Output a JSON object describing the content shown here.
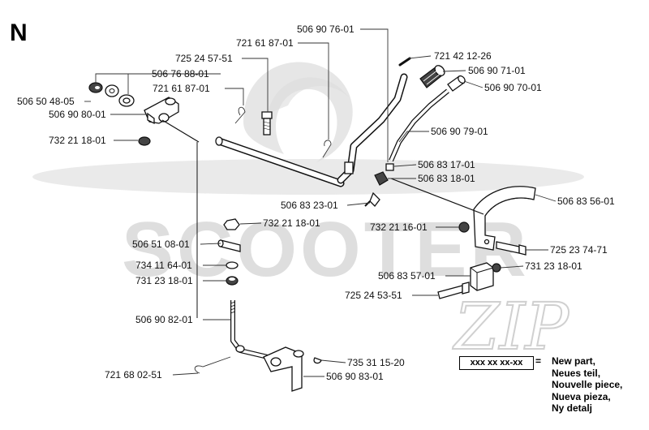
{
  "section_letter": "N",
  "watermark": {
    "text": "SCOOTER",
    "script": "ZIP"
  },
  "labels": {
    "p50690760": "506 90 76-01",
    "p72161871a": "721 61 87-01",
    "p72524575": "725 24 57-51",
    "p50676880": "506 76 88-01",
    "p72161871b": "721 61 87-01",
    "p50650480": "506 50 48-05",
    "p50690800": "506 90 80-01",
    "p73221180a": "732 21 18-01",
    "p72142122": "721 42 12-26",
    "p50690710": "506 90 71-01",
    "p50690700": "506 90 70-01",
    "p50690790": "506 90 79-01",
    "p50683170": "506 83 17-01",
    "p50683180": "506 83 18-01",
    "p50683230": "506 83 23-01",
    "p50683560": "506 83 56-01",
    "p73221180b": "732 21 18-01",
    "p73221160": "732 21 16-01",
    "p50651080": "506 51 08-01",
    "p72523747": "725 23 74-71",
    "p73411640": "734 11 64-01",
    "p50683570": "506 83 57-01",
    "p73123180a": "731 23 18-01",
    "p73123180b": "731 23 18-01",
    "p72524535": "725 24 53-51",
    "p50690820": "506 90 82-01",
    "p73531152": "735 31 15-20",
    "p72168025": "721 68 02-51",
    "p50690830": "506 90 83-01"
  },
  "legend": {
    "code": "xxx xx xx-xx",
    "equals": "=",
    "lines": [
      "New part,",
      "Neues teil,",
      "Nouvelle piece,",
      "Nueva pieza,",
      "Ny detalj"
    ]
  },
  "colors": {
    "ink": "#111111",
    "watermark": "#dcdcdc"
  }
}
